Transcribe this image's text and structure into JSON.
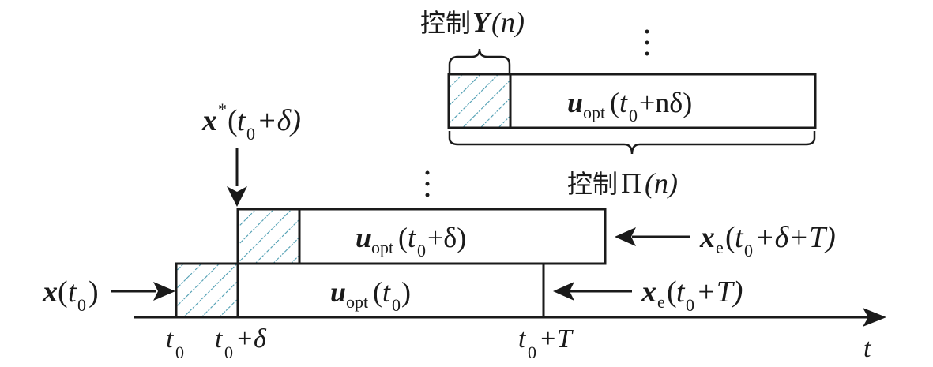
{
  "colors": {
    "stroke": "#1a1a1a",
    "hatch": "#4a9bb0",
    "background": "#ffffff"
  },
  "labels": {
    "control_upsilon": {
      "prefix": "控制",
      "symbol": "Υ",
      "arg": "(n)"
    },
    "control_pi": {
      "prefix": "控制",
      "symbol": "Π",
      "arg": "(n)"
    },
    "x_star": {
      "var": "x",
      "sup": "*",
      "open": "(",
      "t": "t",
      "sub": "0",
      "rest": "+δ)"
    },
    "x_t0": {
      "var": "x",
      "open": "(",
      "t": "t",
      "sub": "0",
      "close": ")"
    },
    "xe_t0_delta_T": {
      "var": "x",
      "sub_e": "e",
      "open": "(",
      "t": "t",
      "sub": "0",
      "rest": "+δ+T)"
    },
    "xe_t0_T": {
      "var": "x",
      "sub_e": "e",
      "open": "(",
      "t": "t",
      "sub": "0",
      "rest": "+T)"
    }
  },
  "bars": [
    {
      "id": "u_opt_t0",
      "var": "u",
      "sub": "opt",
      "open": "(",
      "t": "t",
      "t_sub": "0",
      "rest": ")"
    },
    {
      "id": "u_opt_t0_delta",
      "var": "u",
      "sub": "opt",
      "open": "(",
      "t": "t",
      "t_sub": "0",
      "rest": "+δ)"
    },
    {
      "id": "u_opt_t0_ndelta",
      "var": "u",
      "sub": "opt",
      "open": "(",
      "t": "t",
      "t_sub": "0",
      "rest": "+nδ)"
    }
  ],
  "axis": {
    "label": "t",
    "ticks": [
      {
        "t": "t",
        "sub": "0",
        "rest": ""
      },
      {
        "t": "t",
        "sub": "0",
        "rest": "+δ"
      },
      {
        "t": "t",
        "sub": "0",
        "rest": "+T"
      }
    ]
  },
  "ellipsis": "⋮"
}
